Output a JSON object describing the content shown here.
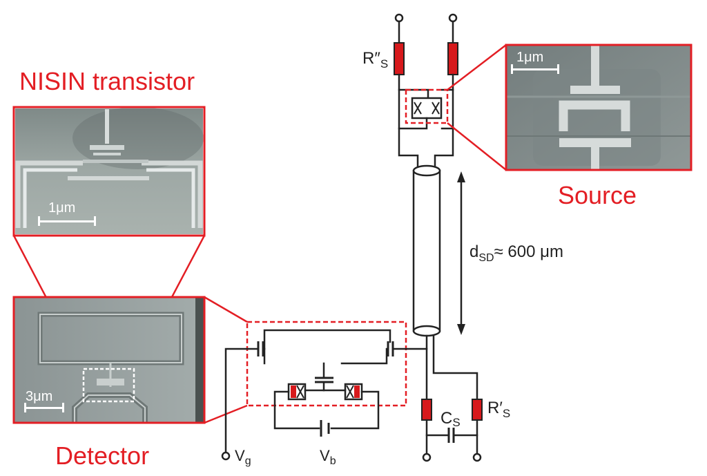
{
  "labels": {
    "nisin_transistor": "NISIN transistor",
    "detector": "Detector",
    "source": "Source",
    "scale_top_left": "1μm",
    "scale_detector": "3μm",
    "scale_source": "1μm",
    "distance": "d",
    "distance_sub": "SD",
    "distance_value": "≈ 600 μm",
    "r_double_prime": "R″",
    "r_double_prime_sub": "S",
    "r_prime": "R′",
    "r_prime_sub": "S",
    "cs": "C",
    "cs_sub": "S",
    "vg": "V",
    "vg_sub": "g",
    "vb": "V",
    "vb_sub": "b"
  },
  "colors": {
    "accent_red": "#e31e24",
    "resistor_red": "#d7191c",
    "micrograph_bg": "#9aa3a3",
    "wire": "#222222"
  }
}
